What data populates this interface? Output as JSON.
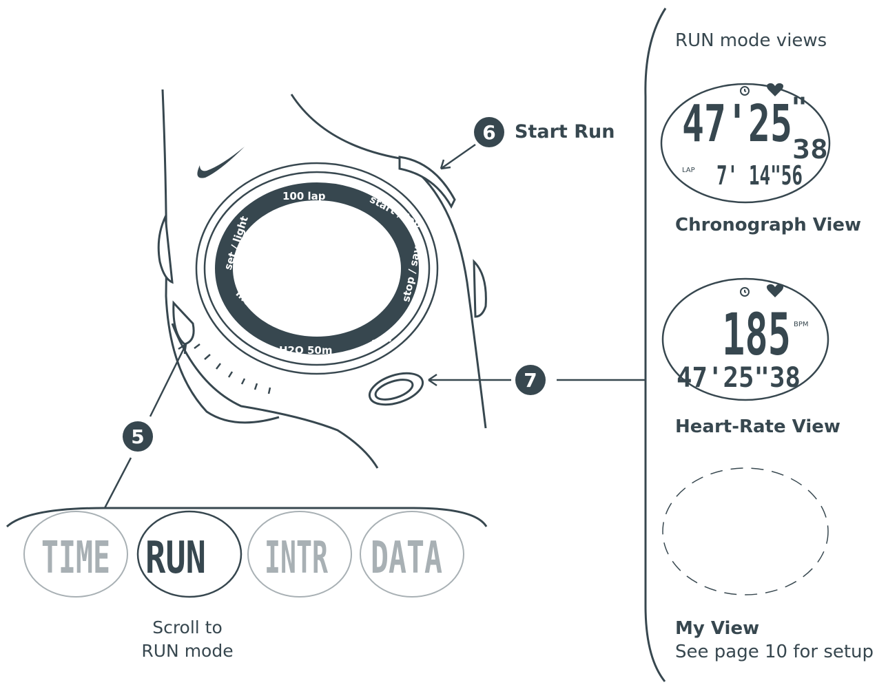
{
  "right_panel": {
    "heading": "RUN mode views",
    "chrono": {
      "title": "Chronograph View",
      "main": "47'25",
      "sec_mark": "\"",
      "hundredths": "38",
      "lap_label": "LAP",
      "lap_time": "7' 14\"56"
    },
    "heart": {
      "title": "Heart-Rate View",
      "bpm_value": "185",
      "bpm_unit": "BPM",
      "time": "47'25\"38"
    },
    "myview": {
      "title": "My View",
      "subtitle": "See page 10 for setup"
    }
  },
  "steps": {
    "s5": {
      "number": "5"
    },
    "s6": {
      "number": "6",
      "label": "Start Run"
    },
    "s7": {
      "number": "7"
    }
  },
  "bezel": [
    "100 lap",
    "start / lap",
    "stop / save",
    "view",
    "H2O 50m",
    "mode",
    "set / light"
  ],
  "modes": [
    {
      "label": "TIME",
      "active": false
    },
    {
      "label": "RUN",
      "active": true
    },
    {
      "label": "INTR",
      "active": false
    },
    {
      "label": "DATA",
      "active": false
    }
  ],
  "caption": {
    "line1": "Scroll to",
    "line2": "RUN mode"
  },
  "colors": {
    "ink": "#37474f",
    "inactive": "#a8b0b4",
    "background": "#ffffff"
  },
  "icons": [
    "nike-swoosh-icon",
    "stopwatch-icon",
    "heart-icon"
  ]
}
